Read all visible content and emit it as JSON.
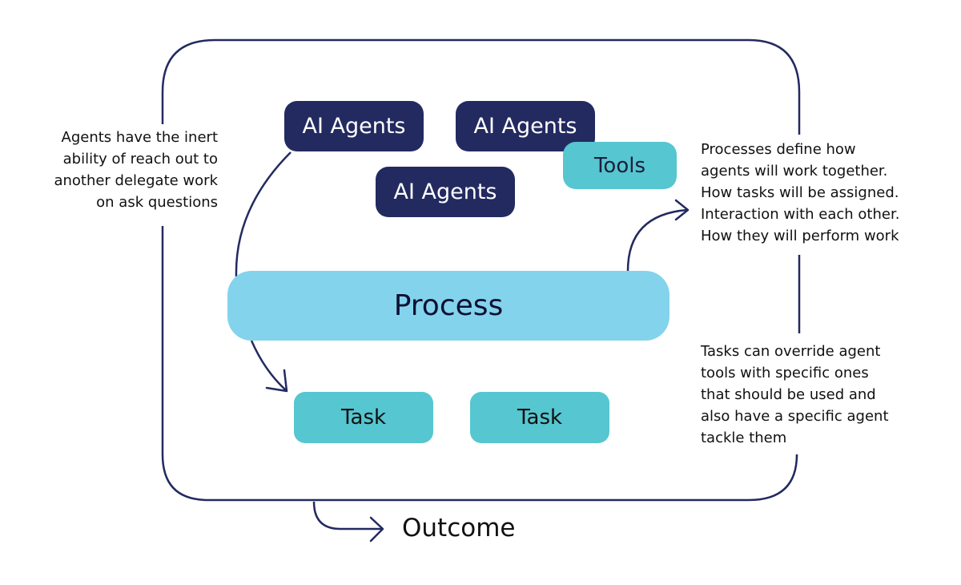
{
  "diagram": {
    "agents": [
      "AI Agents",
      "AI Agents",
      "AI Agents"
    ],
    "tools": "Tools",
    "process": "Process",
    "tasks": [
      "Task",
      "Task"
    ],
    "outcome": "Outcome",
    "notes": {
      "agents": [
        "Agents have the inert",
        "ability of reach out to",
        "another delegate work",
        "on ask questions"
      ],
      "processes": [
        "Processes define how",
        "agents will work together.",
        "How tasks will be assigned.",
        "Interaction with each other.",
        "How they will perform work"
      ],
      "tasks": [
        "Tasks can override agent",
        "tools with specific ones",
        "that should be used and",
        "also have a specific agent",
        "tackle them"
      ]
    }
  },
  "colors": {
    "line": "#232a60",
    "agent_fill": "#232a60",
    "tools_fill": "#56c6d0",
    "process_fill": "#84d3ed",
    "task_fill": "#56c6d0"
  }
}
